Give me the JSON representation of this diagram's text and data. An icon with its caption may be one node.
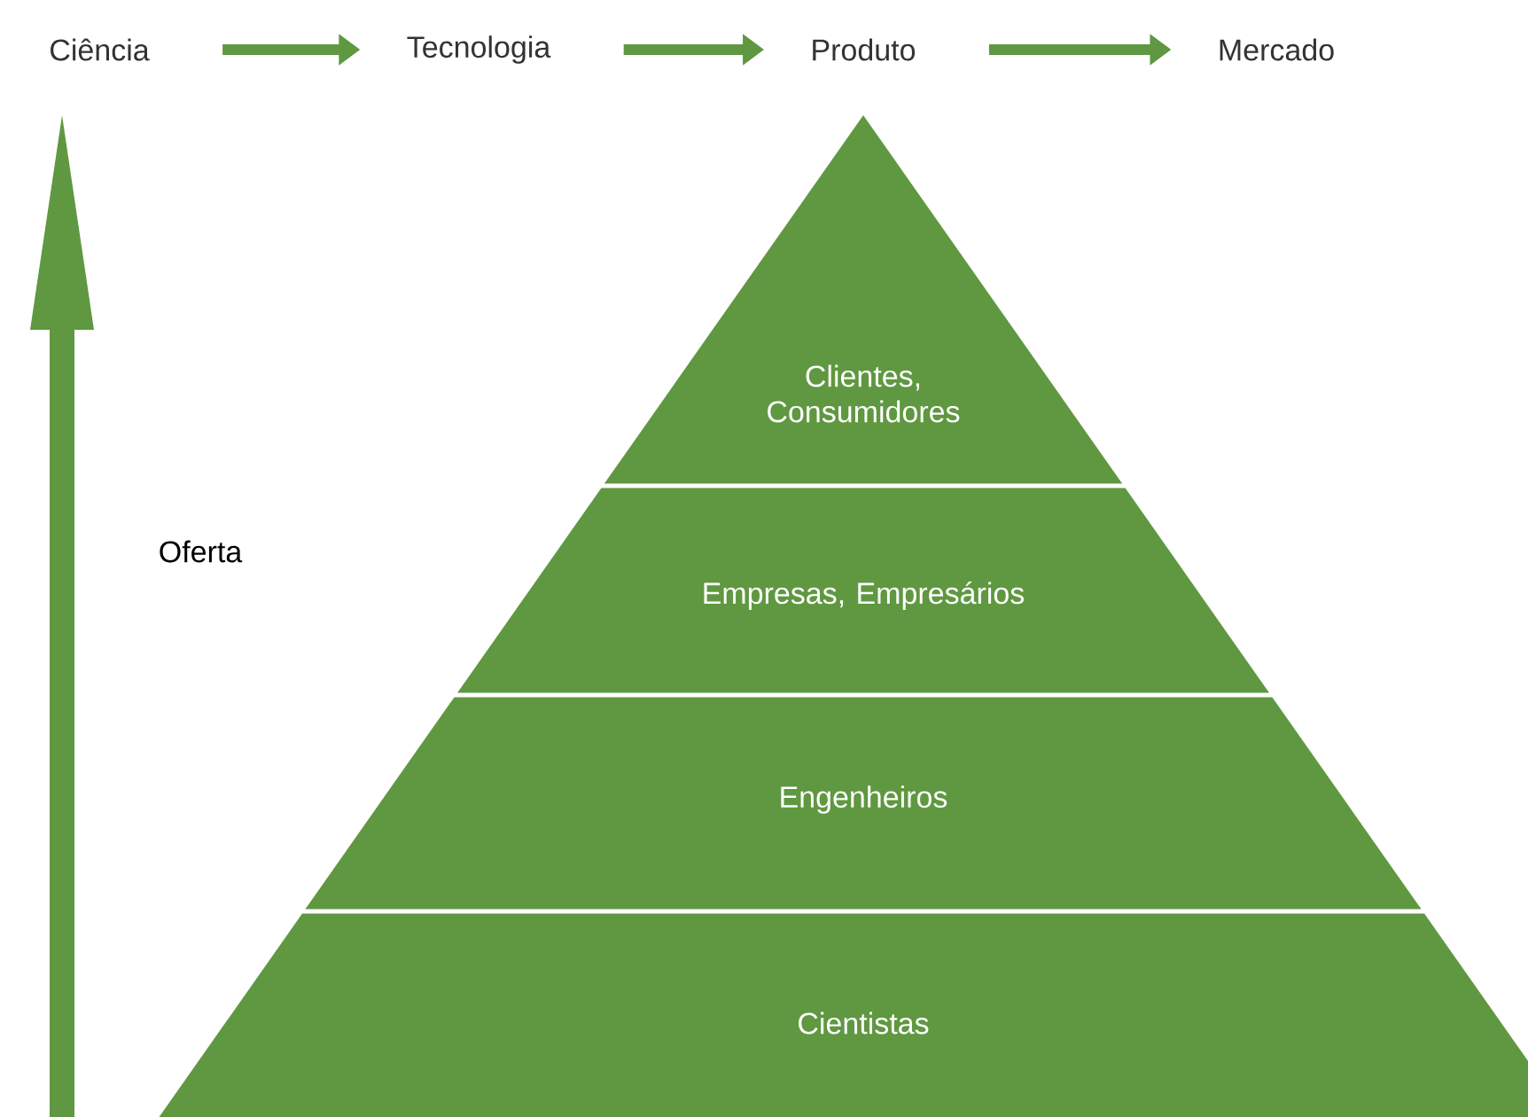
{
  "diagram": {
    "nodes": [
      {
        "text": [
          "Ciência"
        ]
      },
      {
        "text": [
          "Tecnologia"
        ]
      },
      {
        "text": [
          "Produto"
        ]
      },
      {
        "text": [
          "Mercado"
        ]
      },
      {
        "text": [
          "Clientes, Consumidores"
        ]
      },
      {
        "text": [
          "Empresas, Empresários"
        ]
      },
      {
        "text": [
          "Engenheiros"
        ]
      },
      {
        "text": [
          "Cientistas"
        ]
      }
    ],
    "edges": [
      {
        "from": 0,
        "to": 1,
        "arrow": "to"
      },
      {
        "from": 1,
        "to": 2,
        "arrow": "to"
      },
      {
        "from": 2,
        "to": 3,
        "arrow": "to"
      }
    ],
    "labels": [
      "Oferta"
    ]
  }
}
